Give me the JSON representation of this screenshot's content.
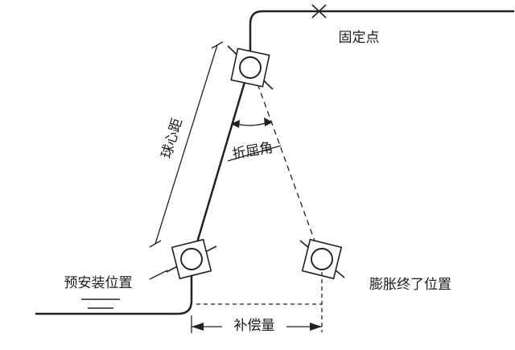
{
  "diagram": {
    "type": "ball-joint-expansion-compensator-schematic",
    "labels": {
      "fixed_point": "固定点",
      "ball_center_distance": "球心距",
      "bend_angle": "折屈角",
      "pre_install_position": "预安装位置",
      "expansion_end_position": "膨胀终了位置",
      "compensation_amount": "补偿量"
    },
    "colors": {
      "line": "#222222",
      "background": "#ffffff"
    }
  }
}
